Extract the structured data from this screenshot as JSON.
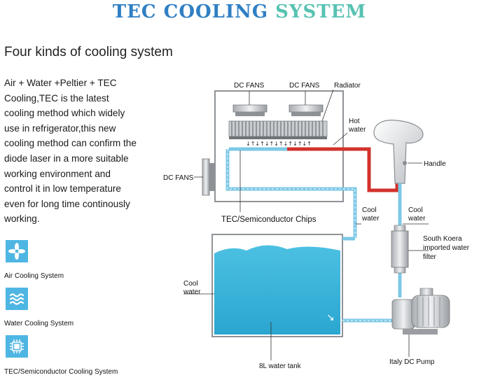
{
  "header": {
    "title_part1": "TEC COOLING",
    "title_part2": "SYSTEM",
    "subtitle": "Four kinds of cooling system"
  },
  "description": {
    "lines": [
      "Air + Water +Peltier + TEC",
      "Cooling,TEC is the latest",
      "cooling method which widely",
      "use in refrigerator,this new",
      "cooling method can confirm the",
      "diode laser in a more suitable",
      "working environment and",
      "control it in low temperature",
      "even for long time continously",
      "working."
    ]
  },
  "features": [
    {
      "icon": "fan-icon",
      "label": "Air Cooling System"
    },
    {
      "icon": "water-waves-icon",
      "label": "Water Cooling System"
    },
    {
      "icon": "chip-icon",
      "label": "TEC/Semiconductor Cooling System"
    }
  ],
  "diagram": {
    "dc_fans_1": "DC FANS",
    "dc_fans_2": "DC FANS",
    "radiator": "Radiator",
    "hot_water_1": "Hot",
    "hot_water_2": "water",
    "dc_fans_side": "DC FANS",
    "handle": "Handle",
    "tec_chips": "TEC/Semiconductor Chips",
    "cool_water_mid_1": "Cool",
    "cool_water_mid_2": "water",
    "cool_water_right_1": "Cool",
    "cool_water_right_2": "water",
    "filter_1": "South Koera",
    "filter_2": "imported water",
    "filter_3": "filter",
    "cool_water_tank_1": "Cool",
    "cool_water_tank_2": "water",
    "tank": "8L water tank",
    "pump": "Italy DC Pump"
  },
  "colors": {
    "title_blue": "#2f7fc4",
    "title_teal": "#57c2b2",
    "water": "#3fb3d8",
    "hot_pipe": "#d2322b",
    "cool_pipe": "#7cc8e6",
    "icon_bg": "#4fb6e3"
  }
}
